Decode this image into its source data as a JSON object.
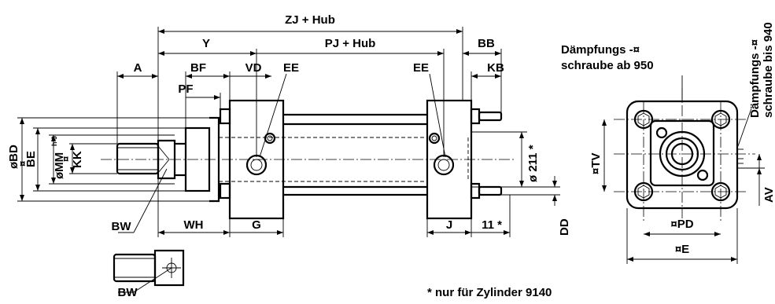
{
  "labels": {
    "zj_hub": "ZJ + Hub",
    "y": "Y",
    "pj_hub": "PJ + Hub",
    "bb": "BB",
    "a": "A",
    "bf": "BF",
    "vd": "VD",
    "ee_left": "EE",
    "ee_right": "EE",
    "kb": "KB",
    "pf": "PF",
    "bd": "øBD",
    "bd_sym": "¤",
    "be": "BE",
    "mm": "øMM",
    "mm_tol": "h 9",
    "kk_sym": "¤",
    "kk": "KK",
    "bw_main": "BW",
    "wh": "WH",
    "g": "G",
    "j": "J",
    "eleven": "11 *",
    "dd": "DD",
    "o211": "ø 211 *",
    "bw_detail": "BW",
    "tv": "¤TV",
    "av": "AV",
    "pd": "¤PD",
    "e": "¤E",
    "daempf_left_1": "Dämpfungs -¤",
    "daempf_left_2": "schraube ab 950",
    "daempf_right_1": "Dämpfungs -¤",
    "daempf_right_2": "schraube bis 940"
  },
  "footnote": "* nur für Zylinder 9140"
}
